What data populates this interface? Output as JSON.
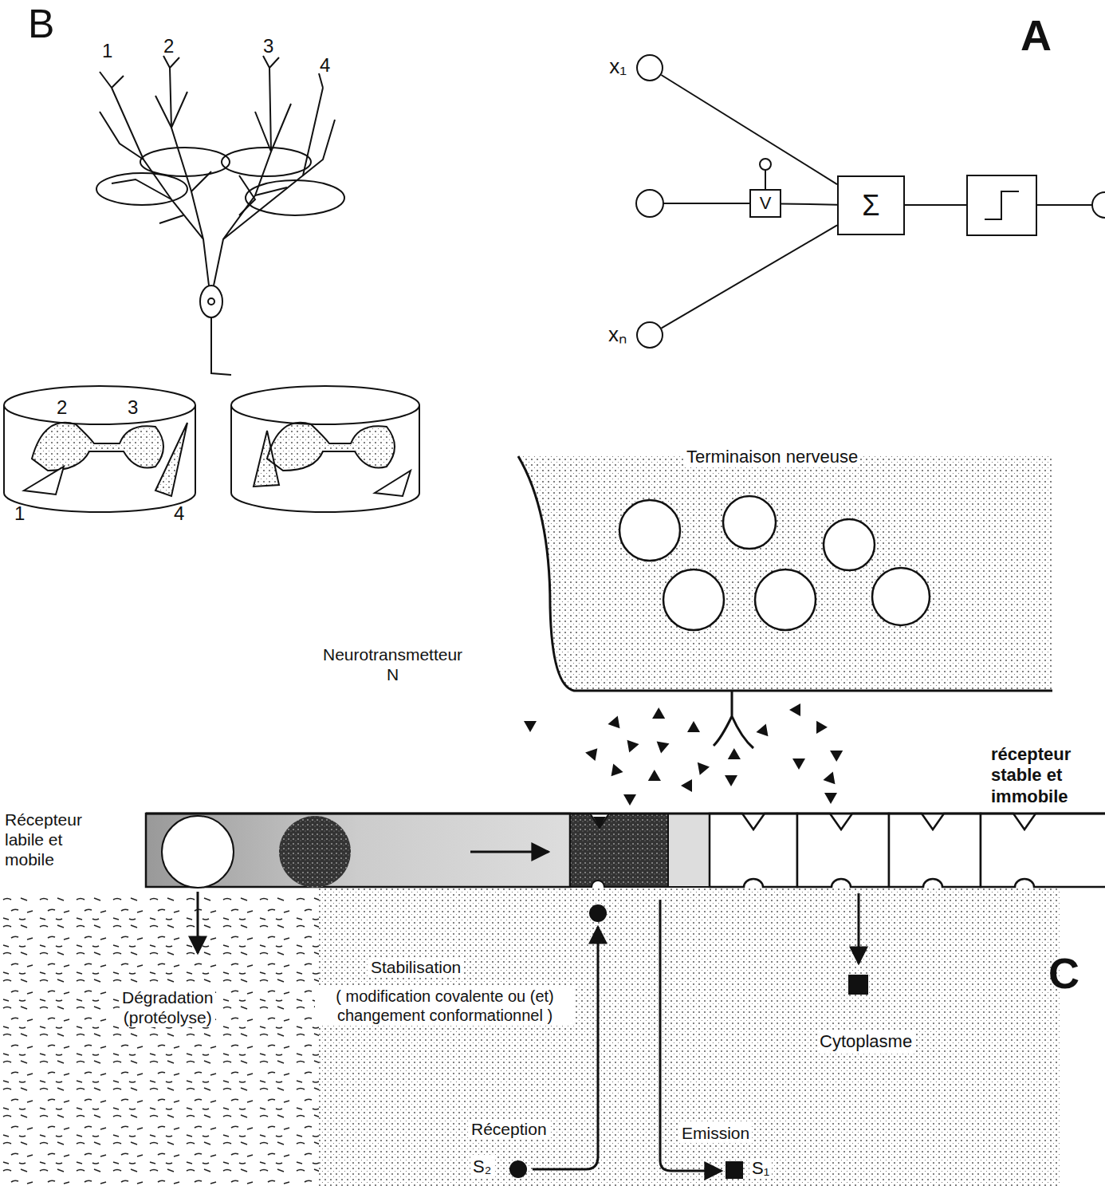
{
  "diagram": {
    "nodes": [
      {
        "text": [
          "x₁"
        ]
      },
      {
        "text": [
          "V"
        ]
      },
      {
        "text": [
          "Σ"
        ]
      },
      {
        "text": [
          "xₙ"
        ]
      }
    ],
    "edges": [
      {
        "from": 0,
        "to": 2,
        "arrow": "none"
      },
      {
        "from": 1,
        "to": 2,
        "arrow": "none"
      },
      {
        "from": 3,
        "to": 2,
        "arrow": "none"
      }
    ],
    "labels": [
      "B",
      "A",
      "C",
      "1",
      "2",
      "3",
      "4",
      "2",
      "3",
      "1",
      "4",
      "Terminaison nerveuse",
      "Neurotransmetteur N",
      "Récepteur labile et mobile",
      "récepteur stable et immobile",
      "Dégradation (protéolyse)",
      "Stabilisation",
      "( modification covalente ou (et) changement conformationnel )",
      "Réception",
      "Emission",
      "S₂",
      "S₁",
      "Cytoplasme"
    ]
  }
}
